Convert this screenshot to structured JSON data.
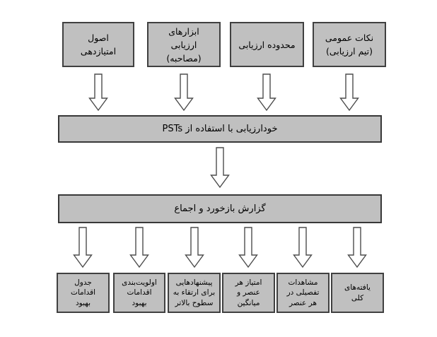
{
  "diagram": {
    "type": "flowchart",
    "language": "fa",
    "direction": "rtl",
    "colors": {
      "background": "#ffffff",
      "box_fill": "#c0c0c0",
      "box_border": "#404040",
      "arrow_fill": "#ffffff",
      "arrow_stroke": "#4d4d4d",
      "text": "#000000"
    },
    "boxes": {
      "top": [
        {
          "label": "اصول\nامتیازدهی"
        },
        {
          "label": "ابزارهای\nارزیابی\n(مصاحبه)"
        },
        {
          "label": "محدوده ارزیابی"
        },
        {
          "label": "نکات عمومی\n(تیم ارزیابی)"
        }
      ],
      "middle": [
        {
          "label": "خودارزیابی با استفاده از PSTs"
        },
        {
          "label": "گزارش بازخورد و اجماع"
        }
      ],
      "bottom": [
        {
          "label": "جدول\nاقدامات\nبهبود"
        },
        {
          "label": "اولویت‌بندی\nاقدامات\nبهبود"
        },
        {
          "label": "پیشنهادهایی\nبرای ارتقاء به\nسطوح بالاتر"
        },
        {
          "label": "امتیاز هر\nعنصر و\nمیانگین"
        },
        {
          "label": "مشاهدات\nتفصیلی در\nهر عنصر"
        },
        {
          "label": "یافته‌های\nکلی"
        }
      ]
    },
    "arrows": {
      "top_count": 4,
      "middle_count": 1,
      "bottom_count": 6,
      "direction": "down",
      "style": "hollow-block-arrow"
    }
  }
}
